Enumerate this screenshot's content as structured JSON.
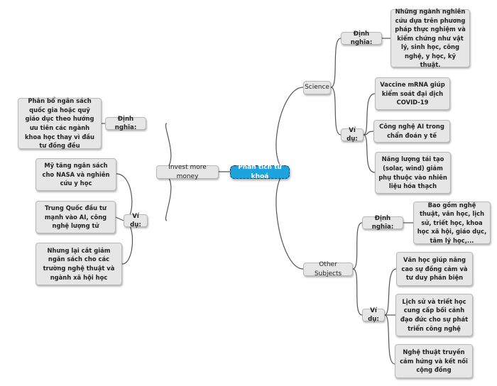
{
  "central": "Phân tích từ khoá",
  "left": {
    "topic": "Invest more money",
    "definition_label": "Định nghĩa:",
    "definition_text": "Phân bổ ngân sách quốc gia hoặc quỹ giáo dục theo hướng ưu tiên các ngành khoa học thay vì đầu tư đồng đều",
    "example_label": "Ví dụ:",
    "examples": [
      "Mỹ tăng ngân sách cho NASA và nghiên cứu y học",
      "Trung Quốc đầu tư mạnh vào AI, công nghệ lượng tử",
      "Nhưng lại cắt giảm ngân sách cho các trường nghệ thuật và ngành xã hội học"
    ]
  },
  "science": {
    "topic": "Science",
    "definition_label": "Định nghĩa:",
    "definition_text": "Những ngành nghiên cứu dựa trên phương pháp thực nghiệm và kiểm chứng như vật lý, sinh học, công nghệ, y học, kỹ thuật.",
    "example_label": "Ví dụ:",
    "examples": [
      "Vaccine mRNA giúp kiểm soát đại dịch COVID-19",
      "Công nghệ AI trong chẩn đoán y tế",
      "Năng lượng tái tạo (solar, wind) giảm phụ thuộc vào nhiên liệu hóa thạch"
    ]
  },
  "other": {
    "topic": "Other Subjects",
    "definition_label": "Định nghĩa:",
    "definition_text": "Bao gồm nghệ thuật, văn học, lịch sử, triết học, khoa học xã hội, giáo dục, tâm lý học,...",
    "example_label": "Ví dụ:",
    "examples": [
      "Văn học giúp nâng cao sự đồng cảm và tư duy phản biện",
      "Lịch sử và triết học cung cấp bối cảnh đạo đức cho sự phát triển công nghệ",
      "Nghệ thuật truyền cảm hứng và kết nối cộng đồng"
    ]
  }
}
